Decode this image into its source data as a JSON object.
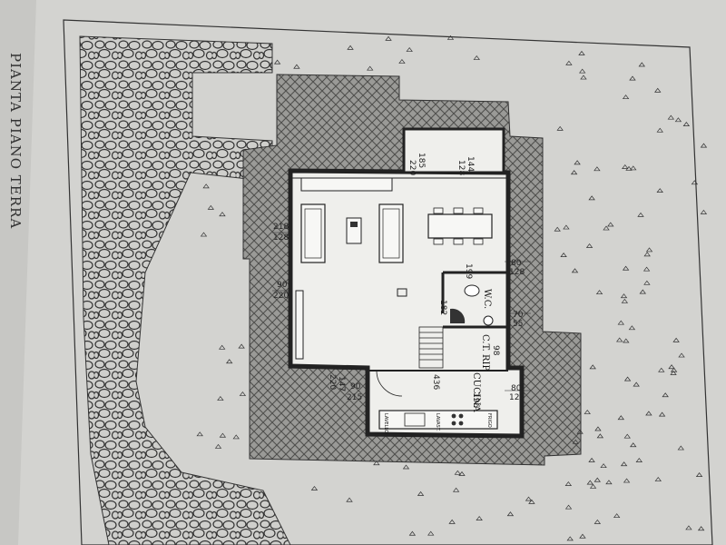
{
  "title": "PIANTA PIANO TERRA",
  "rooms": {
    "wc": "W.C.",
    "ct_rip": "C.T. RIP",
    "cucina": "CUCINA"
  },
  "dimensions": {
    "d218_128": [
      "218",
      "128"
    ],
    "d90_220": [
      "90",
      "220"
    ],
    "d185_220": [
      "185",
      "220"
    ],
    "d144_128": [
      "144",
      "128"
    ],
    "d80_128_top": [
      "80",
      "128"
    ],
    "d199": "199",
    "d182": "182",
    "d70_55": [
      "70",
      "55"
    ],
    "d98": "98",
    "d436": "436",
    "d196": "196",
    "d80_128_bot": [
      "80",
      "128"
    ],
    "d147_220": [
      "147",
      "220"
    ],
    "d90_215": [
      "90",
      "215"
    ]
  },
  "appliances": {
    "lavello": "LAVELLO",
    "lavast": "LAVAST.",
    "frigo": "FRIGO"
  },
  "colors": {
    "paper": "#d2d2cf",
    "hatch": "#555555",
    "wall": "#f4f4f2"
  }
}
